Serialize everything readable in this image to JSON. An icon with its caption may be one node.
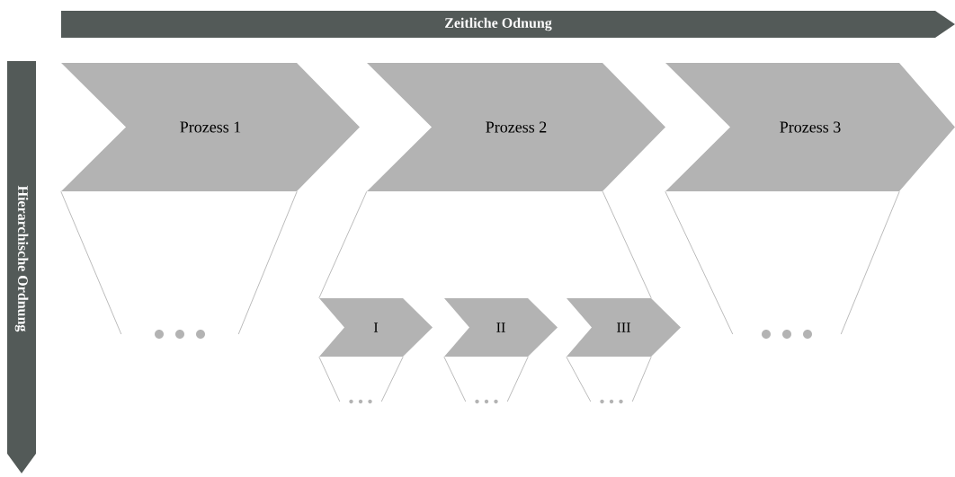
{
  "diagram": {
    "nodes": [
      {
        "text": [
          "Zeitliche Odnung"
        ]
      },
      {
        "text": [
          "Hierarchische Ordnung"
        ]
      },
      {
        "text": [
          "Prozess 1"
        ]
      },
      {
        "text": [
          "Prozess 2"
        ]
      },
      {
        "text": [
          "Prozess 3"
        ]
      },
      {
        "text": [
          "I"
        ]
      },
      {
        "text": [
          "II"
        ]
      },
      {
        "text": [
          "III"
        ]
      },
      {
        "text": [],
        "shape": "dots"
      },
      {
        "text": [],
        "shape": "dots"
      },
      {
        "text": [],
        "shape": "dots"
      },
      {
        "text": [],
        "shape": "dots"
      },
      {
        "text": [],
        "shape": "dots"
      }
    ],
    "edges": [
      {
        "from": 2,
        "to": 8,
        "arrow": "none"
      },
      {
        "from": 2,
        "to": 8,
        "arrow": "none"
      },
      {
        "from": 3,
        "to": 5,
        "arrow": "none"
      },
      {
        "from": 3,
        "to": 7,
        "arrow": "none"
      },
      {
        "from": 4,
        "to": 9,
        "arrow": "none"
      },
      {
        "from": 4,
        "to": 9,
        "arrow": "none"
      },
      {
        "from": 5,
        "to": 10,
        "arrow": "none"
      },
      {
        "from": 5,
        "to": 10,
        "arrow": "none"
      },
      {
        "from": 6,
        "to": 11,
        "arrow": "none"
      },
      {
        "from": 6,
        "to": 11,
        "arrow": "none"
      },
      {
        "from": 7,
        "to": 12,
        "arrow": "none"
      },
      {
        "from": 7,
        "to": 12,
        "arrow": "none"
      }
    ]
  }
}
